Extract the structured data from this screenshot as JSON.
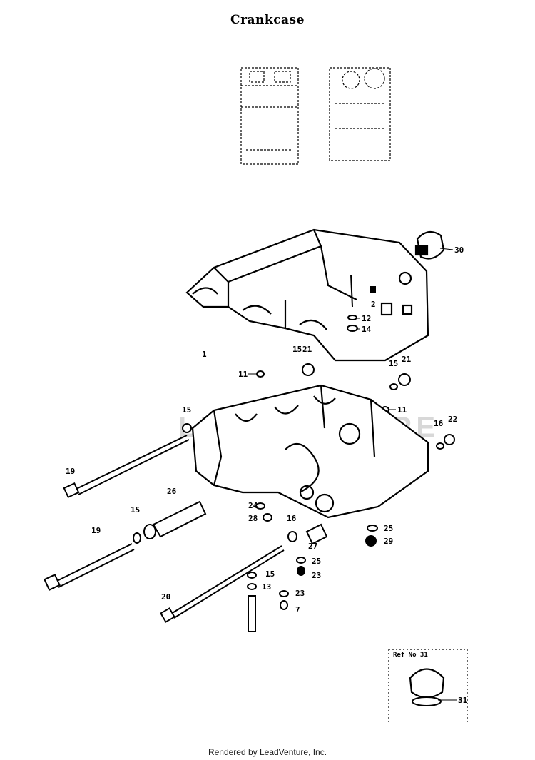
{
  "title": "Crankcase",
  "footer": "Rendered by LeadVenture, Inc.",
  "watermark": "LEADVENTURE",
  "inset_ref": "Ref No 31",
  "callouts": {
    "c30": "30",
    "c2": "2",
    "c12": "12",
    "c14": "14",
    "c1": "1",
    "c15a": "15",
    "c21a": "21",
    "c11a": "11",
    "c15b": "15",
    "c21b": "21",
    "c11b": "11",
    "c15c": "15",
    "c16a": "16",
    "c22": "22",
    "c19a": "19",
    "c26": "26",
    "c15d": "15",
    "c19b": "19",
    "c24": "24",
    "c28": "28",
    "c16b": "16",
    "c25a": "25",
    "c29": "29",
    "c27": "27",
    "c25b": "25",
    "c15e": "15",
    "c23a": "23",
    "c13": "13",
    "c20": "20",
    "c23b": "23",
    "c7": "7",
    "c31": "31"
  }
}
